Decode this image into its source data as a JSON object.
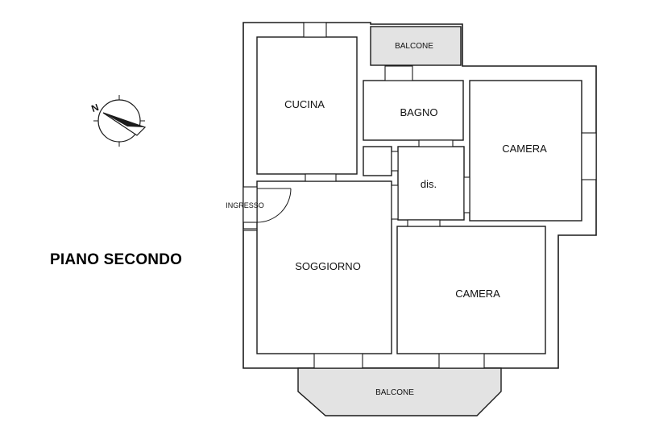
{
  "plan_title": "PIANO SECONDO",
  "rooms": {
    "cucina": "CUCINA",
    "bagno": "BAGNO",
    "camera_1": "CAMERA",
    "dis": "dis.",
    "ingresso": "INGRESSO",
    "soggiorno": "SOGGIORNO",
    "camera_2": "CAMERA",
    "balcone_top": "BALCONE",
    "balcone_bottom": "BALCONE"
  },
  "compass_label": "N",
  "colors": {
    "wall": "#1a1a1a",
    "balcony_fill": "#e3e3e3",
    "background": "#ffffff"
  }
}
